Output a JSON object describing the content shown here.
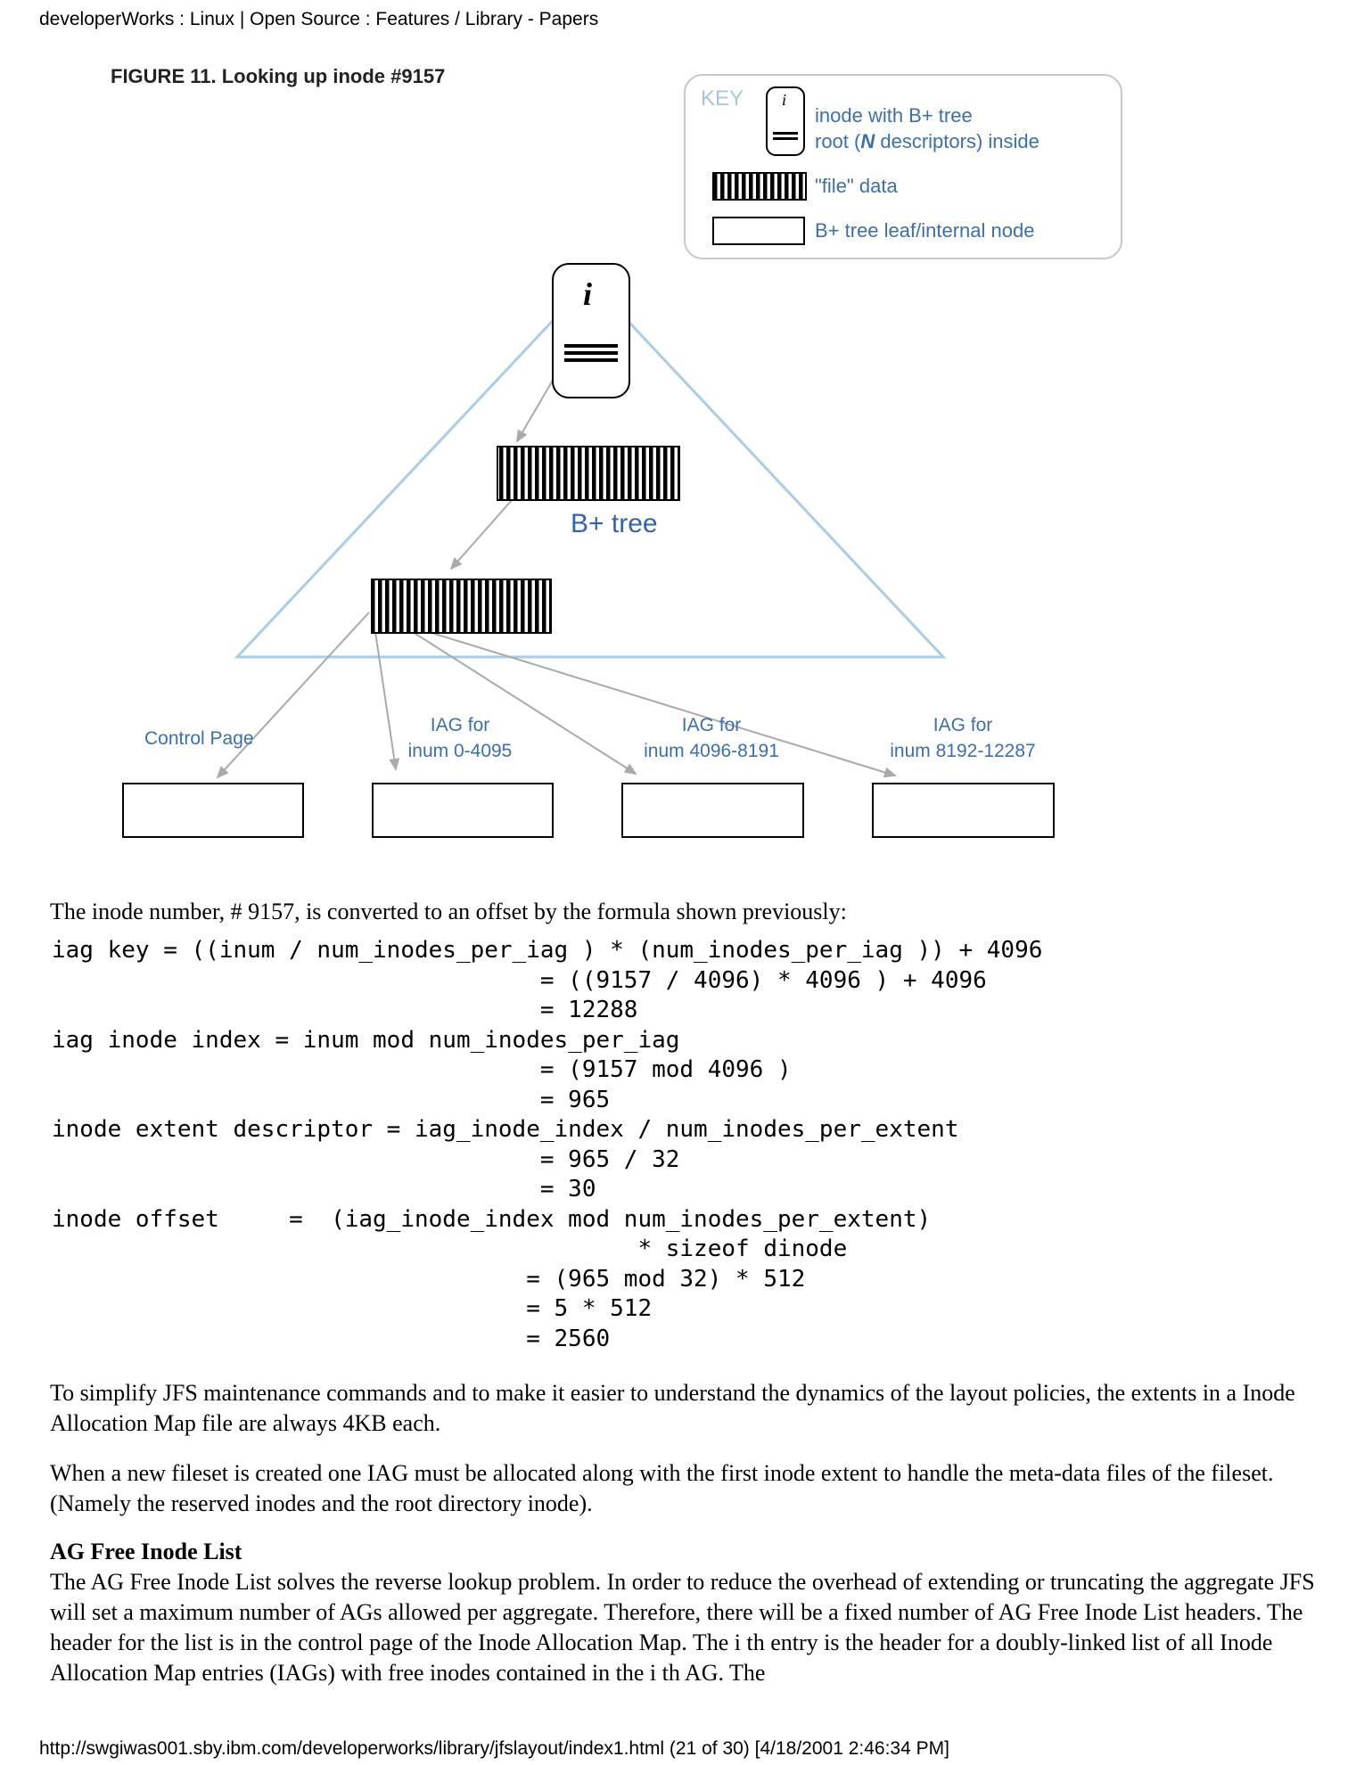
{
  "header": {
    "text": "developerWorks : Linux | Open Source : Features / Library - Papers"
  },
  "figure": {
    "title": "FIGURE 11. Looking up inode #9157",
    "inode_symbol": "i",
    "btree_label": "B+ tree",
    "key": {
      "word": "KEY",
      "inode_symbol": "i",
      "inode_line1": "inode with B+ tree",
      "inode_line2_pre": "root (",
      "inode_line2_n": "N",
      "inode_line2_post": " descriptors) inside",
      "file_data": "\"file\" data",
      "btree_node": "B+ tree leaf/internal node"
    },
    "targets": [
      {
        "line1": "Control Page",
        "line2": ""
      },
      {
        "line1": "IAG for",
        "line2": "inum 0-4095"
      },
      {
        "line1": "IAG for",
        "line2": "inum 4096-8191"
      },
      {
        "line1": "IAG for",
        "line2": "inum 8192-12287"
      }
    ],
    "colors": {
      "triangle": "#a9cde6",
      "arrow": "#aaaaaa",
      "label": "#3a6fb0"
    }
  },
  "body": {
    "intro": "The inode number, # 9157, is converted to an offset by the formula shown previously:",
    "code_lines": [
      "iag key = ((inum / num_inodes_per_iag ) * (num_inodes_per_iag )) + 4096",
      "                                   = ((9157 / 4096) * 4096 ) + 4096",
      "                                   = 12288",
      "iag inode index = inum mod num_inodes_per_iag",
      "                                   = (9157 mod 4096 )",
      "                                   = 965",
      "inode extent descriptor = iag_inode_index / num_inodes_per_extent",
      "                                   = 965 / 32",
      "                                   = 30",
      "inode offset     =  (iag_inode_index mod num_inodes_per_extent)",
      "                                          * sizeof dinode",
      "                                  = (965 mod 32) * 512",
      "                                  = 5 * 512",
      "                                  = 2560"
    ],
    "para1": "To simplify JFS maintenance commands and to make it easier to understand the dynamics of the layout policies, the extents in a Inode Allocation Map file are always 4KB each.",
    "para2": "When a new fileset is created one IAG must be allocated along with the first inode extent to handle the meta-data files of the fileset. (Namely the reserved inodes and the root directory inode).",
    "section_heading": "AG Free Inode List",
    "para3": "The AG Free Inode List solves the reverse lookup problem. In order to reduce the overhead of extending or truncating the aggregate JFS will set a maximum number of AGs allowed per aggregate. Therefore, there will be a fixed number of AG Free Inode List headers. The header for the list is in the control page of the Inode Allocation Map. The i th entry is the header for a doubly-linked list of all Inode Allocation Map entries (IAGs) with free inodes contained in the i th AG. The"
  },
  "footer": {
    "text": "http://swgiwas001.sby.ibm.com/developerworks/library/jfslayout/index1.html (21 of 30) [4/18/2001 2:46:34 PM]"
  }
}
